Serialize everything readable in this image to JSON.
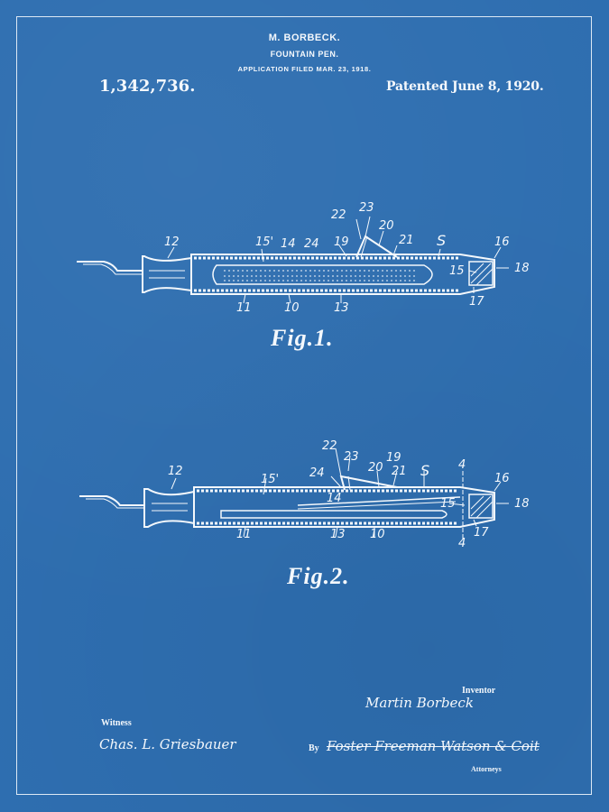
{
  "header": {
    "inventor_name": "M. BORBECK.",
    "title": "FOUNTAIN PEN.",
    "application_filed": "APPLICATION FILED MAR. 23, 1918.",
    "patent_number": "1,342,736.",
    "patented_date": "Patented June 8, 1920."
  },
  "figures": [
    {
      "label": "Fig.1.",
      "reference_numerals": [
        "12",
        "15'",
        "14",
        "24",
        "19",
        "22",
        "23",
        "20",
        "21",
        "S",
        "16",
        "18",
        "15",
        "17",
        "11",
        "10",
        "13"
      ]
    },
    {
      "label": "Fig.2.",
      "reference_numerals": [
        "12",
        "15'",
        "24",
        "22",
        "23",
        "20",
        "19",
        "21",
        "S",
        "4",
        "16",
        "18",
        "14",
        "15",
        "17",
        "4",
        "11",
        "13",
        "10"
      ]
    }
  ],
  "signatures": {
    "witness_label": "Witness",
    "witness_signature": "Chas. L. Griesbauer",
    "inventor_label": "Inventor",
    "inventor_signature": "Martin Borbeck",
    "by_label": "By",
    "attorneys_signature": "Foster Freeman Watson & Coit",
    "attorneys_label": "Attorneys"
  },
  "colors": {
    "background": "#2e6eb0",
    "ink": "#f4f8fc"
  }
}
